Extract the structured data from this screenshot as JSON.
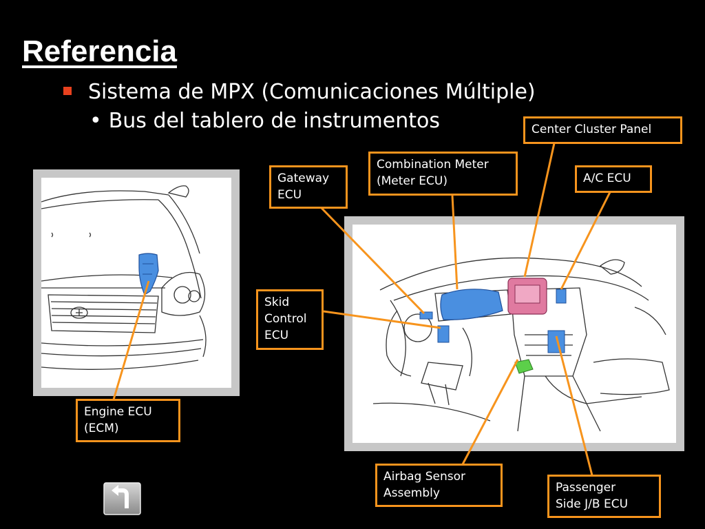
{
  "slide": {
    "title": "Referencia",
    "bullet_1": "Sistema de MPX (Comunicaciones Múltiple)",
    "bullet_2": "Bus del tablero de instrumentos",
    "bullet_2_marker": "•"
  },
  "labels": {
    "center_cluster_panel": "Center Cluster Panel",
    "combination_meter_line1": "Combination Meter",
    "combination_meter_line2": "(Meter ECU)",
    "gateway_line1": "Gateway",
    "gateway_line2": "ECU",
    "ac_ecu": "A/C ECU",
    "skid_line1": "Skid",
    "skid_line2": "Control",
    "skid_line3": "ECU",
    "engine_line1": "Engine ECU",
    "engine_line2": "(ECM)",
    "airbag_line1": "Airbag Sensor",
    "airbag_line2": "Assembly",
    "passenger_line1": "Passenger",
    "passenger_line2": "Side J/B ECU"
  },
  "colors": {
    "background": "#000000",
    "accent_orange": "#f7941d",
    "bullet_red": "#e8411e",
    "ecu_blue": "#4a8fe0",
    "cluster_pink": "#e07aa0",
    "airbag_green": "#5ccf4a"
  },
  "icons": {
    "back_button": "return-arrow-icon"
  }
}
